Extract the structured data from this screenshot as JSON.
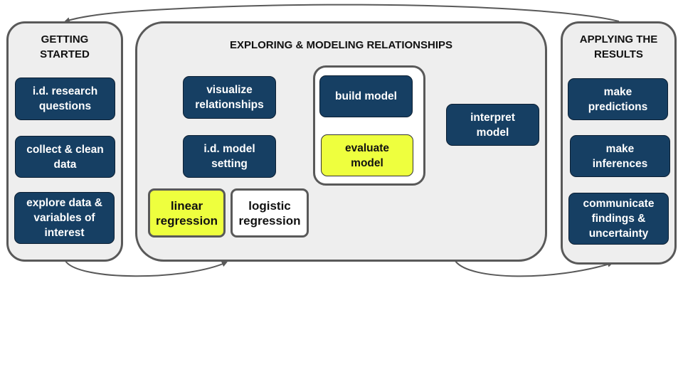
{
  "diagram": {
    "panels": {
      "getting_started": {
        "title": "GETTING\nSTARTED",
        "nodes": [
          {
            "label": "i.d. research\nquestions"
          },
          {
            "label": "collect & clean\ndata"
          },
          {
            "label": "explore data &\nvariables of\ninterest"
          }
        ]
      },
      "exploring": {
        "title": "EXPLORING & MODELING RELATIONSHIPS",
        "nodes": {
          "visualize": "visualize\nrelationships",
          "model_setting": "i.d. model\nsetting",
          "linear": "linear\nregression",
          "logistic": "logistic\nregression",
          "build": "build model",
          "evaluate": "evaluate\nmodel",
          "interpret": "interpret\nmodel"
        }
      },
      "applying": {
        "title": "APPLYING THE\nRESULTS",
        "nodes": [
          {
            "label": "make\npredictions"
          },
          {
            "label": "make\ninferences"
          },
          {
            "label": "communicate\nfindings &\nuncertainty"
          }
        ]
      }
    },
    "colors": {
      "node_fill": "#163f63",
      "highlight": "#eeff3e",
      "panel_fill": "#eeeeee",
      "border": "#595959"
    }
  }
}
